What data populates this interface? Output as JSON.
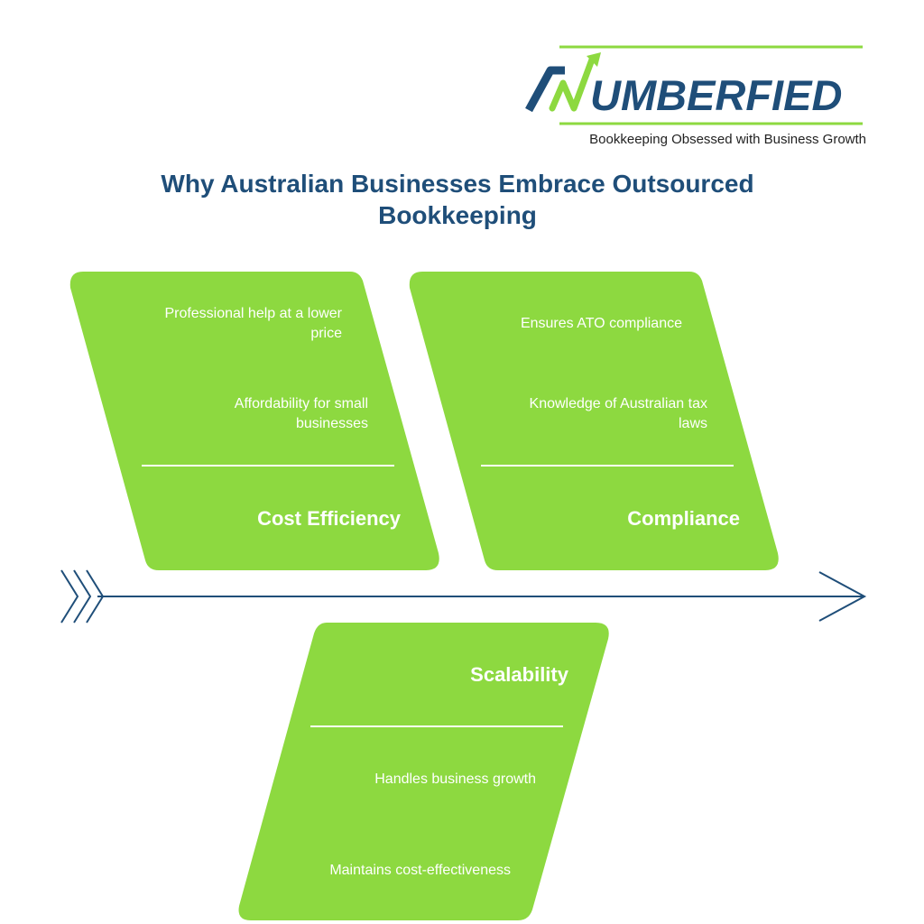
{
  "brand": {
    "name": "UMBERFIED",
    "tagline": "Bookkeeping Obsessed with Business Growth",
    "colors": {
      "navy": "#1f4e79",
      "green": "#8dd940"
    }
  },
  "title": "Why Australian Businesses Embrace Outsourced Bookkeeping",
  "categories": [
    {
      "label": "Cost Efficiency",
      "causes": [
        "Professional help at a lower price",
        "Affordability for small businesses"
      ]
    },
    {
      "label": "Compliance",
      "causes": [
        "Ensures ATO compliance",
        "Knowledge of Australian tax laws"
      ]
    },
    {
      "label": "Scalability",
      "causes": [
        "Handles business growth",
        "Maintains cost-effectiveness"
      ]
    }
  ]
}
